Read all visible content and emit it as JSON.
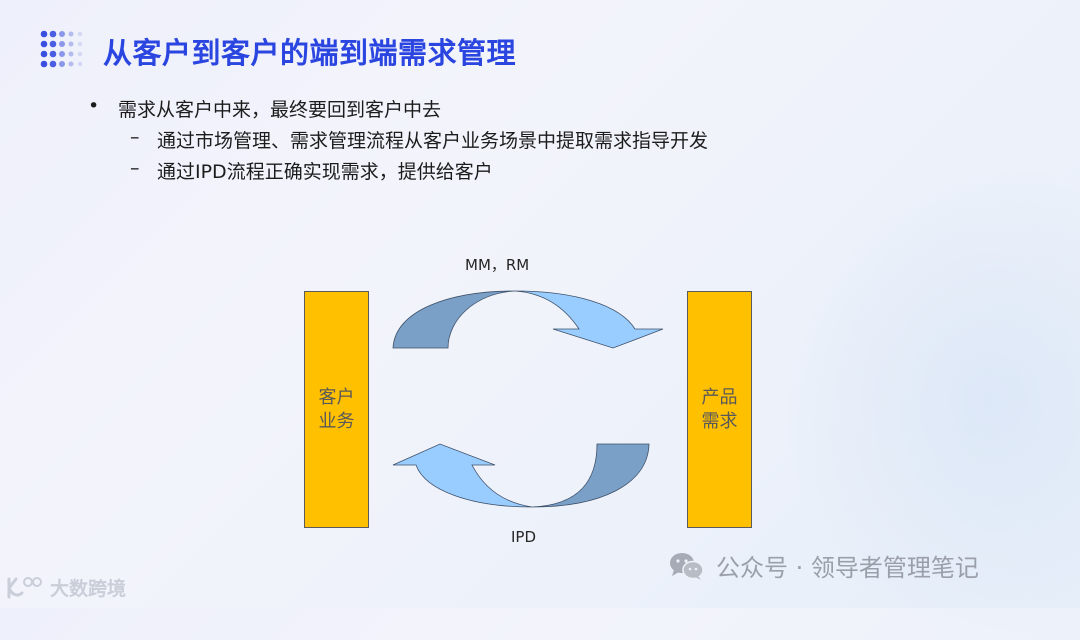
{
  "slide": {
    "title": "从客户到客户的端到端需求管理",
    "title_color": "#2b45e0",
    "bullets": [
      {
        "marker": "•",
        "text": "需求从客户中来，最终要回到客户中去",
        "children": [
          {
            "marker": "–",
            "text": "通过市场管理、需求管理流程从客户业务场景中提取需求指导开发"
          },
          {
            "marker": "–",
            "text": "通过IPD流程正确实现需求，提供给客户"
          }
        ]
      }
    ]
  },
  "diagram": {
    "left_box": {
      "label": "客户业务",
      "color": "#ffc000"
    },
    "right_box": {
      "label": "产品需求",
      "color": "#ffc000"
    },
    "top_arrow": {
      "label": "MM，RM",
      "direction": "left-to-right"
    },
    "bottom_arrow": {
      "label": "IPD",
      "direction": "right-to-left"
    },
    "arrow_colors": {
      "light": "#99ccff",
      "dark": "#7aa0c8"
    }
  },
  "watermarks": {
    "right": {
      "icon": "wechat-icon",
      "text": "公众号 · 领导者管理笔记"
    },
    "left": {
      "icon": "logo-icon",
      "text": "大数跨境"
    }
  }
}
